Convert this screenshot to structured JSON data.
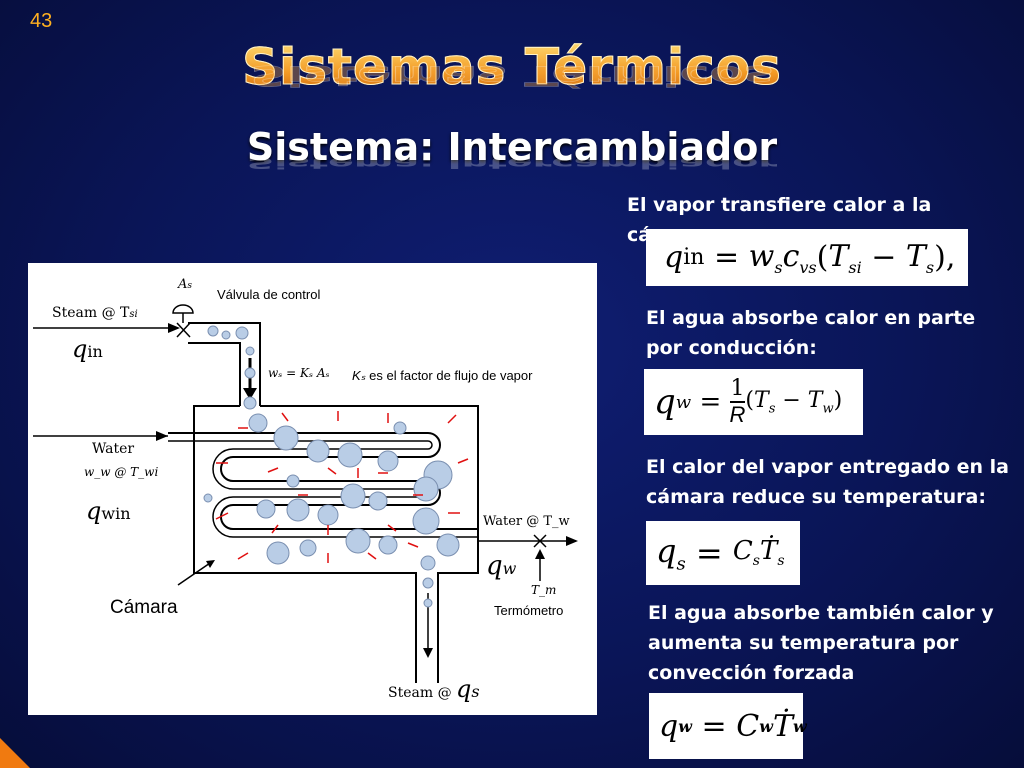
{
  "slide_number": "43",
  "title": "Sistemas Térmicos",
  "subtitle": "Sistema: Intercambiador",
  "notes": {
    "n1": "El vapor transfiere calor a la cámara:",
    "n2a": "El agua absorbe calor en parte",
    "n2b": "por conducción:",
    "n3a": "El calor del vapor entregado en la",
    "n3b": "cámara reduce su temperatura:",
    "n4a": "El agua absorbe también calor y",
    "n4b": "aumenta su temperatura por",
    "n4c": "convección forzada"
  },
  "equations": {
    "e1": "qin = wₛ c_vs (T_si − Tₛ),",
    "e2": "q_w = (1/R)(Tₛ − T_w)",
    "e3": "qₛ = Cₛ Ṫₛ",
    "e4": "q_w = C_w Ṫ_w"
  },
  "diagram": {
    "steam_in": "Steam @ T",
    "steam_in_sub": "si",
    "q_in": "q",
    "q_in_sub": "in",
    "valve_label": "A",
    "valve_sub": "s",
    "valve_text": "Válvula de control",
    "flow_eq": "wₛ = Kₛ Aₛ",
    "flow_note_k": "Kₛ",
    "flow_note": "es el factor de flujo de vapor",
    "water_in": "Water",
    "water_in_2": "w_w @ T_wi",
    "q_win": "q",
    "q_win_sub": "win",
    "water_out": "Water @ T_w",
    "q_w": "q",
    "q_w_sub": "w",
    "tm": "T_m",
    "thermometer": "Termómetro",
    "chamber": "Cámara",
    "steam_out": "Steam @",
    "q_s": "q",
    "q_s_sub": "s"
  }
}
